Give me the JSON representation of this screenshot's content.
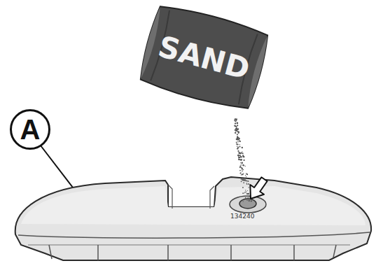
{
  "diagram": {
    "nodes": [
      {
        "text": [
          "SAND"
        ]
      },
      {
        "text": [
          "A"
        ]
      }
    ],
    "labels": [
      "134240"
    ]
  }
}
